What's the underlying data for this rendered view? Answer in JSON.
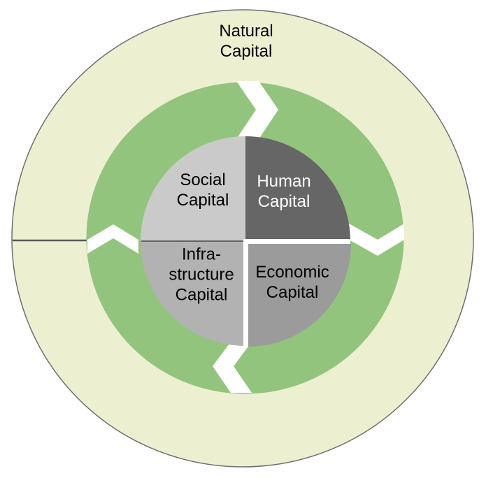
{
  "diagram": {
    "outer_circle": {
      "label": "Natural\nCapital",
      "fill": "#edefd1",
      "border_color": "#6e6e6e"
    },
    "cycle_ring": {
      "fill": "#93c47d"
    },
    "arrow_color": "#ffffff",
    "divider_color": "#595959",
    "quadrants": [
      {
        "id": "social",
        "label": "Social\nCapital",
        "fill": "#cacaca",
        "text_color": "#000000"
      },
      {
        "id": "human",
        "label": "Human\nCapital",
        "fill": "#666666",
        "text_color": "#ffffff"
      },
      {
        "id": "infrastructure",
        "label": "Infra-\nstructure\nCapital",
        "fill": "#b2b2b2",
        "text_color": "#000000"
      },
      {
        "id": "economic",
        "label": "Economic\nCapital",
        "fill": "#9b9b9b",
        "text_color": "#000000"
      }
    ]
  }
}
